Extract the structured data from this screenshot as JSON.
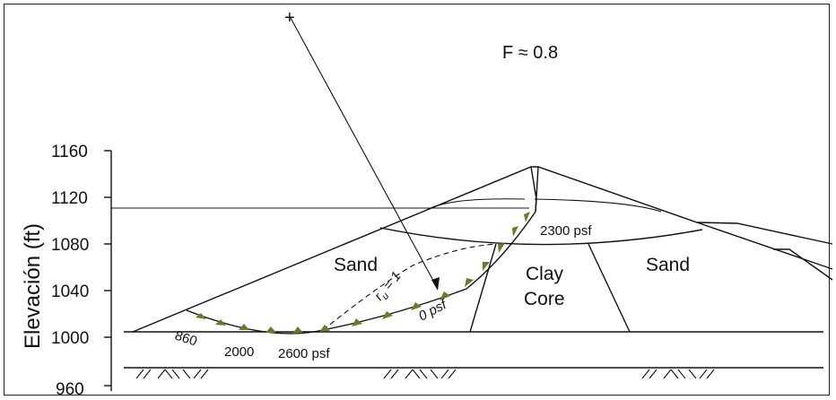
{
  "y_axis": {
    "title": "Elevación (ft)",
    "ticks": [
      "1160",
      "1120",
      "1080",
      "1040",
      "1000",
      "960"
    ]
  },
  "factor_of_safety": "F ≈ 0.8",
  "zones": {
    "sand_left": "Sand",
    "core_line1": "Clay",
    "core_line2": "Core",
    "sand_right": "Sand"
  },
  "annotations": {
    "ru_r": "r",
    "ru_sub": "u",
    "ru_rest": " = 1",
    "p_2300": "2300 psf",
    "p_0": "0 psf",
    "p_860": "860",
    "p_2000": "2000",
    "p_2600": "2600 psf"
  },
  "center_mark": "+",
  "colors": {
    "line": "#111111",
    "arrow": "#6b7a2a"
  }
}
